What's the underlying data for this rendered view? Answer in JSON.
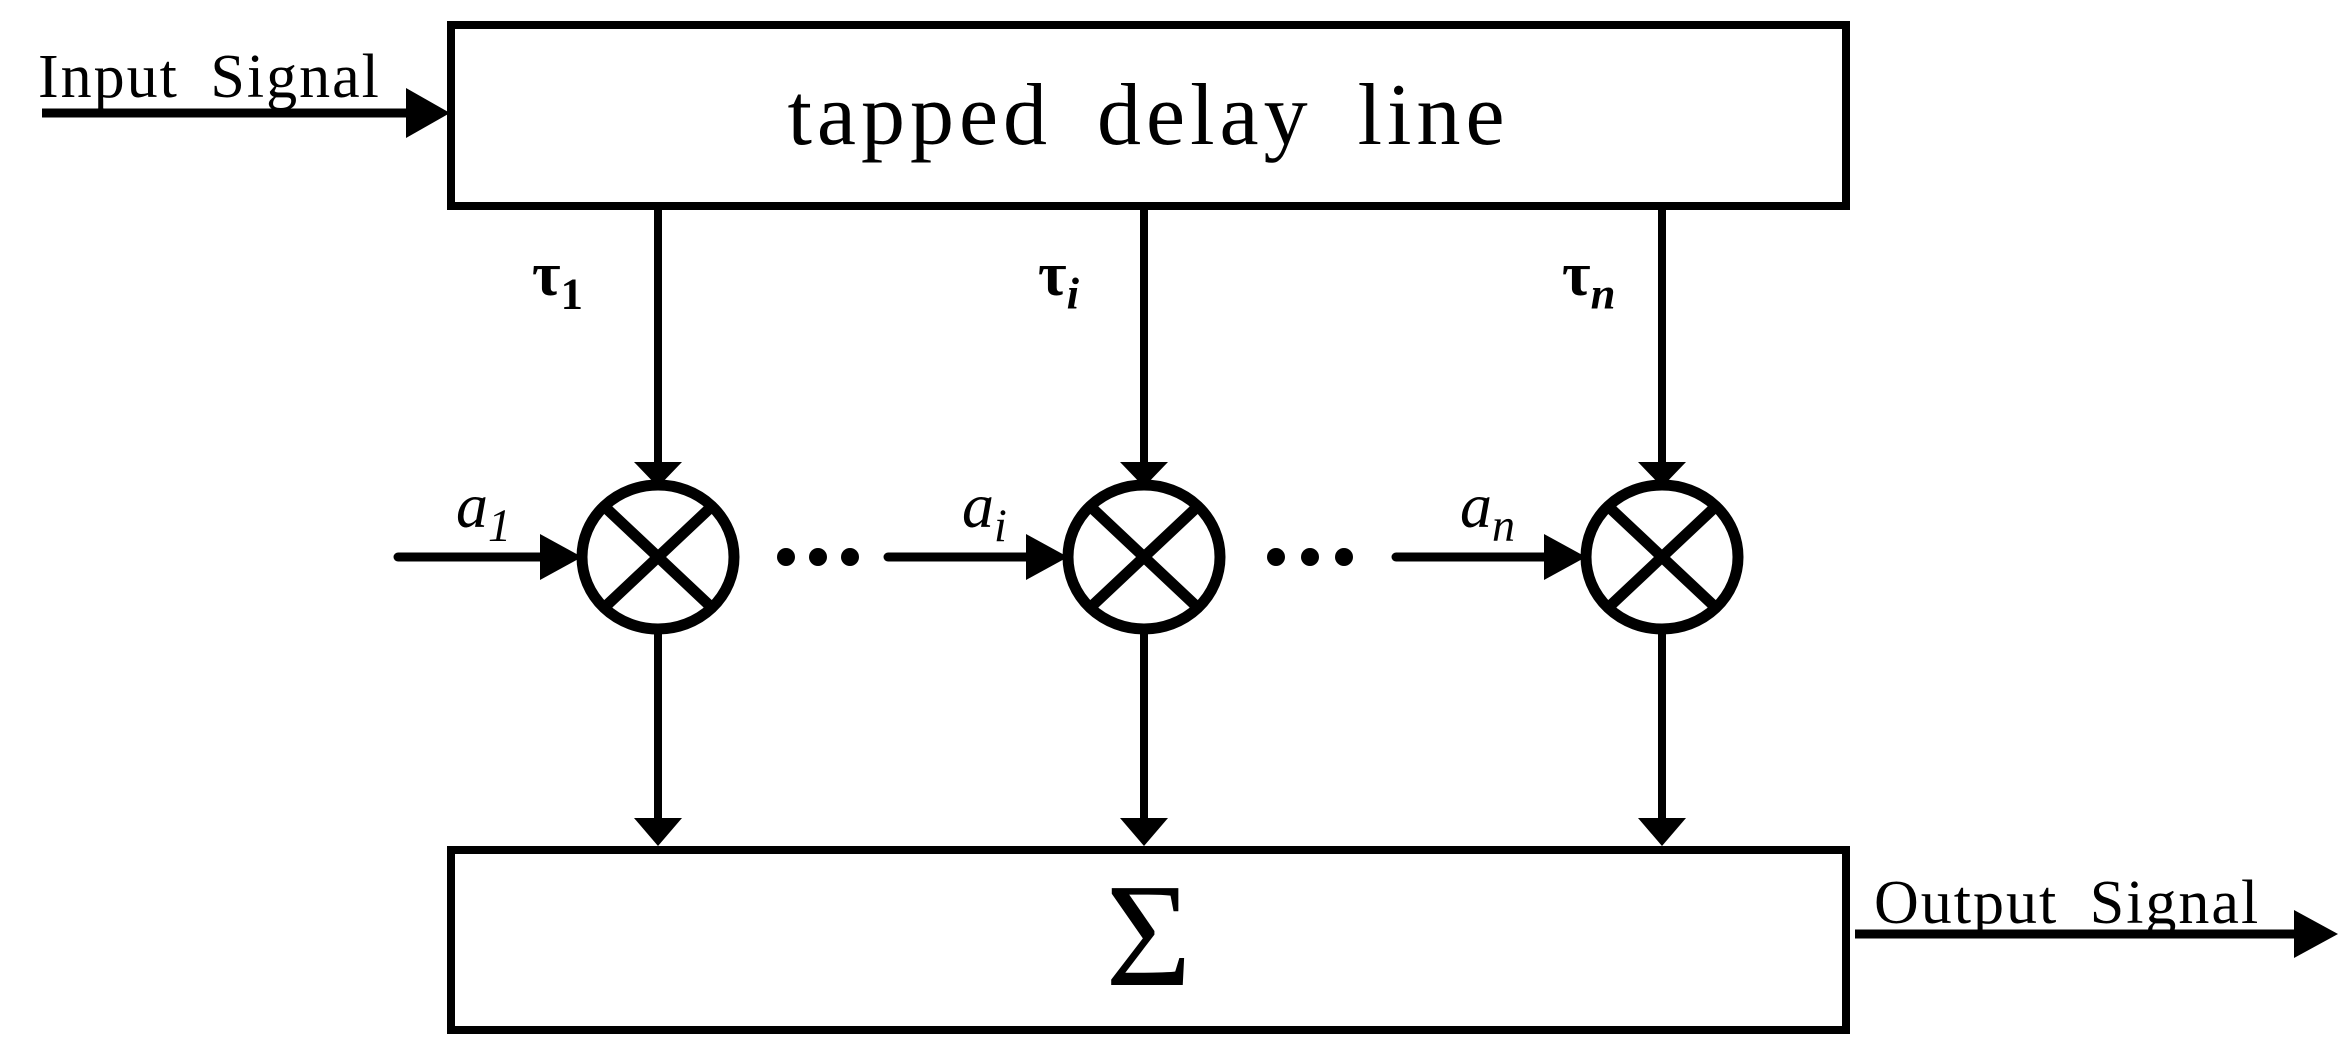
{
  "diagram": {
    "background_color": "#ffffff",
    "stroke_color": "#000000",
    "input_label": "Input Signal",
    "output_label": "Output Signal",
    "delay_line_label": "tapped delay line",
    "sum_symbol": "Σ",
    "multiplier_symbol": "circled-cross-multiplier",
    "taps": [
      {
        "delay_base": "τ",
        "delay_sub": "1",
        "coeff_base": "a",
        "coeff_sub": "1"
      },
      {
        "delay_base": "τ",
        "delay_sub": "i",
        "coeff_base": "a",
        "coeff_sub": "i"
      },
      {
        "delay_base": "τ",
        "delay_sub": "n",
        "coeff_base": "a",
        "coeff_sub": "n"
      }
    ],
    "ellipsis_groups": [
      "...",
      "..."
    ]
  }
}
